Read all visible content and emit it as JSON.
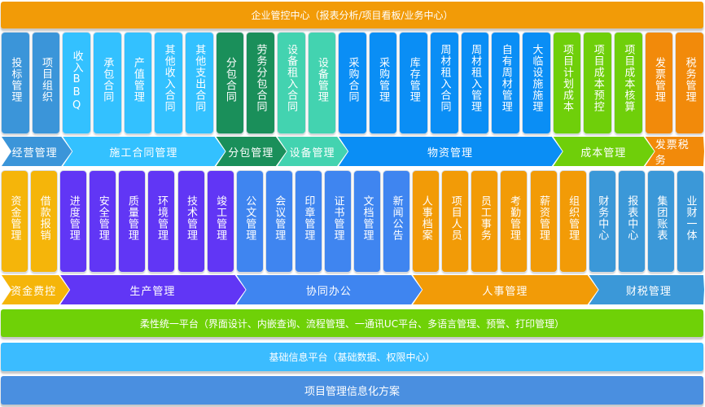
{
  "header": {
    "title": "企业管控中心（报表分析/项目看板/业务中心）",
    "color": "#f29b07"
  },
  "top_row": {
    "tiles": [
      {
        "label": "投标管理",
        "color": "#3b95d9"
      },
      {
        "label": "项目组织",
        "color": "#3b95d9"
      },
      {
        "label": "收入BBQ",
        "color": "#33c1ff"
      },
      {
        "label": "承包合同",
        "color": "#33c1ff"
      },
      {
        "label": "产值管理",
        "color": "#33c1ff"
      },
      {
        "label": "其他收入合同",
        "color": "#33c1ff"
      },
      {
        "label": "其他支出合同",
        "color": "#33c1ff"
      },
      {
        "label": "分包合同",
        "color": "#1a8f5a"
      },
      {
        "label": "劳务分包合同",
        "color": "#1a8f5a"
      },
      {
        "label": "设备租入合同",
        "color": "#43d3b0"
      },
      {
        "label": "设备管理",
        "color": "#43d3b0"
      },
      {
        "label": "采购合同",
        "color": "#0a8ef5"
      },
      {
        "label": "采购管理",
        "color": "#0a8ef5"
      },
      {
        "label": "库存管理",
        "color": "#0a8ef5"
      },
      {
        "label": "周材租入合同",
        "color": "#0a8ef5"
      },
      {
        "label": "周材租入管理",
        "color": "#0a8ef5"
      },
      {
        "label": "自有周材管理",
        "color": "#0a8ef5"
      },
      {
        "label": "大临设施施理",
        "color": "#0a8ef5"
      },
      {
        "label": "项目计划成本",
        "color": "#6fcf0a"
      },
      {
        "label": "项目成本预控",
        "color": "#6fcf0a"
      },
      {
        "label": "项目成本核算",
        "color": "#6fcf0a"
      },
      {
        "label": "发票管理",
        "color": "#f28a0a"
      },
      {
        "label": "税务管理",
        "color": "#f28a0a"
      }
    ],
    "categories": [
      {
        "label": "经营管理",
        "span": 2,
        "color": "#3b95d9"
      },
      {
        "label": "施工合同管理",
        "span": 5,
        "color": "#33c1ff"
      },
      {
        "label": "分包管理",
        "span": 2,
        "color": "#1a8f5a"
      },
      {
        "label": "设备管理",
        "span": 2,
        "color": "#43d3b0"
      },
      {
        "label": "物资管理",
        "span": 7,
        "color": "#0a8ef5"
      },
      {
        "label": "成本管理",
        "span": 3,
        "color": "#6fcf0a"
      },
      {
        "label": "发票税务",
        "span": 2,
        "color": "#f28a0a"
      }
    ]
  },
  "bottom_row": {
    "tiles": [
      {
        "label": "资金管理",
        "color": "#f5b50a"
      },
      {
        "label": "借款报销",
        "color": "#f5b50a"
      },
      {
        "label": "进度管理",
        "color": "#6136f5"
      },
      {
        "label": "安全管理",
        "color": "#6136f5"
      },
      {
        "label": "质量管理",
        "color": "#6136f5"
      },
      {
        "label": "环境管理",
        "color": "#6136f5"
      },
      {
        "label": "技术管理",
        "color": "#6136f5"
      },
      {
        "label": "竣工管理",
        "color": "#6136f5"
      },
      {
        "label": "公文管理",
        "color": "#3f85f0"
      },
      {
        "label": "会议管理",
        "color": "#3f85f0"
      },
      {
        "label": "印章管理",
        "color": "#3f85f0"
      },
      {
        "label": "证书管理",
        "color": "#3f85f0"
      },
      {
        "label": "文档管理",
        "color": "#3f85f0"
      },
      {
        "label": "新闻公告",
        "color": "#3f85f0"
      },
      {
        "label": "人事档案",
        "color": "#f29b07"
      },
      {
        "label": "项目人员",
        "color": "#f29b07"
      },
      {
        "label": "员工事务",
        "color": "#f29b07"
      },
      {
        "label": "考勤管理",
        "color": "#f29b07"
      },
      {
        "label": "薪资管理",
        "color": "#f29b07"
      },
      {
        "label": "组织管理",
        "color": "#f29b07"
      },
      {
        "label": "财务中心",
        "color": "#3b98d8"
      },
      {
        "label": "报表中心",
        "color": "#3b98d8"
      },
      {
        "label": "集团账表",
        "color": "#3b98d8"
      },
      {
        "label": "业财一体",
        "color": "#3b98d8"
      }
    ],
    "categories": [
      {
        "label": "资金费控",
        "span": 2,
        "color": "#f5b50a"
      },
      {
        "label": "生产管理",
        "span": 6,
        "color": "#6136f5"
      },
      {
        "label": "协同办公",
        "span": 6,
        "color": "#3f85f0"
      },
      {
        "label": "人事管理",
        "span": 6,
        "color": "#f29b07"
      },
      {
        "label": "财税管理",
        "span": 4,
        "color": "#3b98d8"
      }
    ]
  },
  "platforms": [
    {
      "label": "柔性统一平台（界面设计、内嵌查询、流程管理、一通讯UC平台、多语言管理、预警、打印管理）",
      "color": "#6fd107"
    },
    {
      "label": "基础信息平台（基础数据、权限中心）",
      "color": "#3bbcff"
    },
    {
      "label": "项目管理信息化方案",
      "color": "#4a8fe0"
    }
  ]
}
